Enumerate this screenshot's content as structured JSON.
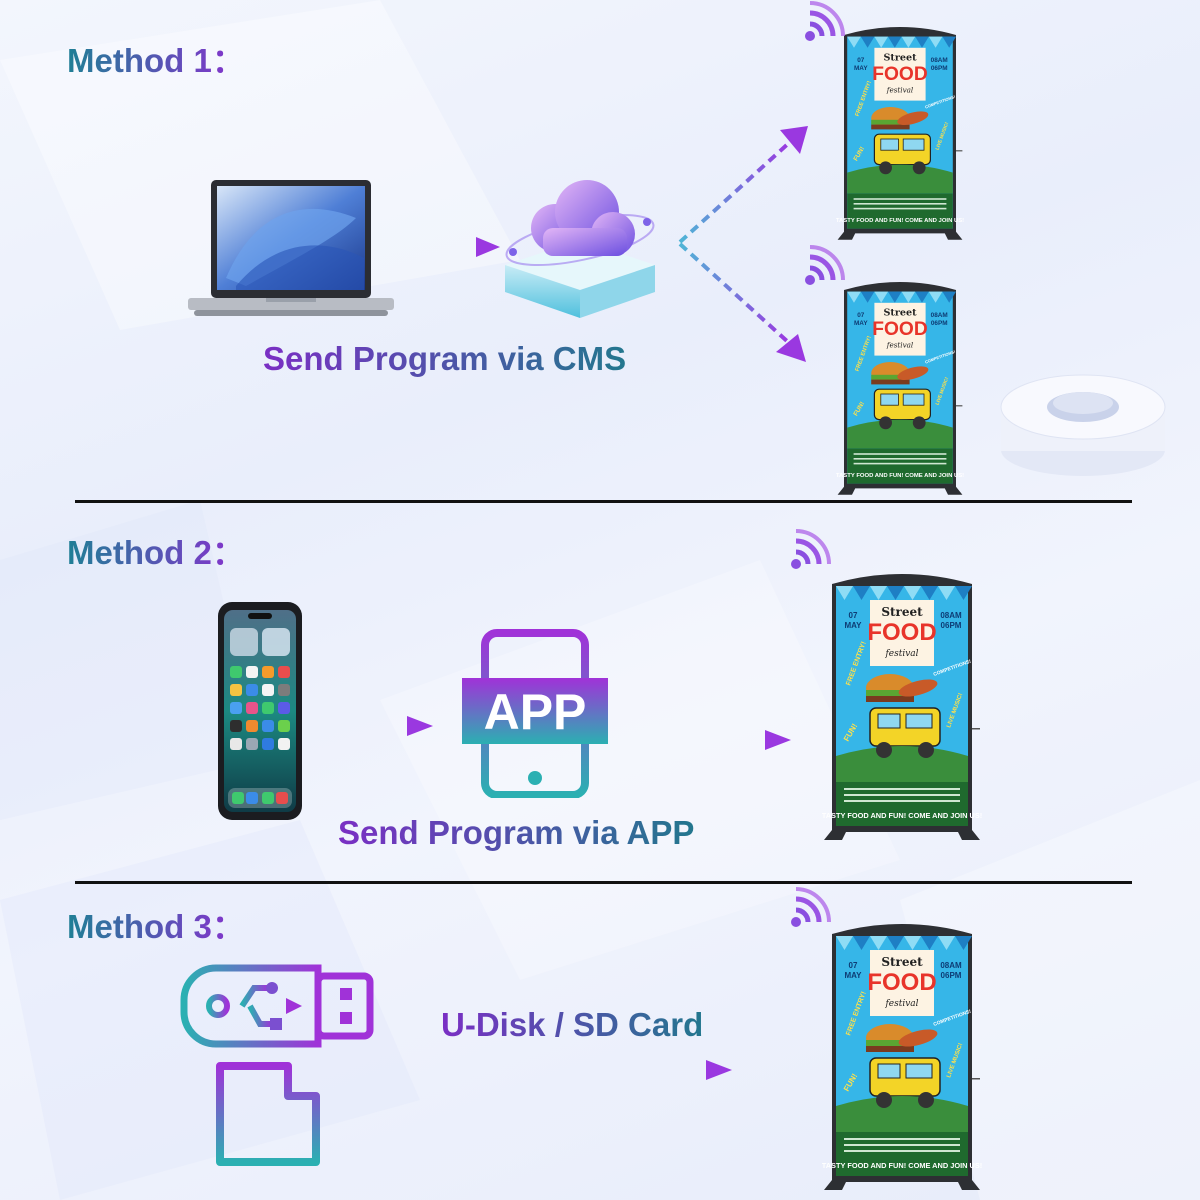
{
  "methods": [
    {
      "title": "Method 1：",
      "caption": "Send Program via CMS"
    },
    {
      "title": "Method 2：",
      "caption": "Send Program via APP",
      "app_label": "APP"
    },
    {
      "title": "Method 3：",
      "caption": "U-Disk / SD Card"
    }
  ],
  "poster": {
    "line1": "Street",
    "line2": "FOOD",
    "line3": "festival",
    "date_day": "07",
    "date_month": "MAY",
    "time_open": "08AM",
    "time_close": "06PM",
    "left_badge": "FREE ENTRY!",
    "right_badge": "COMPETITIONS!",
    "fun": "FUN!",
    "music": "LIVE MUSIC!",
    "footer": "TASTY FOOD AND FUN! COME AND JOIN US!"
  },
  "colors": {
    "accent_purple": "#8a2fd0",
    "accent_teal": "#2a9db5",
    "poster_sky": "#36b6e8",
    "poster_food": "#e8342a",
    "poster_grass": "#3a8e3c"
  },
  "icons": [
    "laptop-icon",
    "cloud-server-icon",
    "smartphone-icon",
    "app-phone-icon",
    "usb-drive-icon",
    "sd-card-icon",
    "wifi-icon"
  ]
}
